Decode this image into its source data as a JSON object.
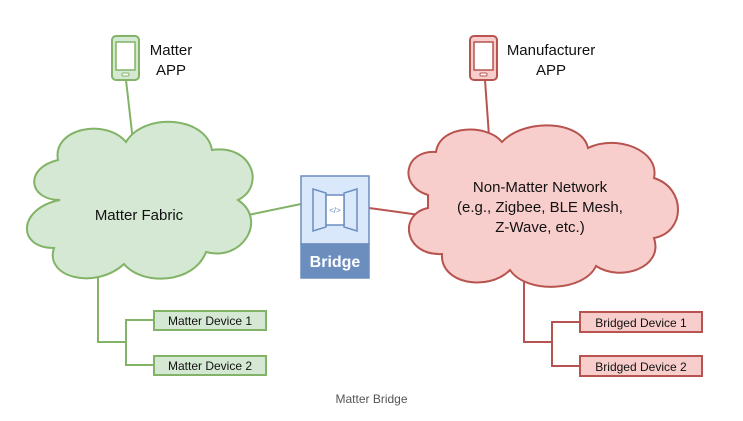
{
  "colors": {
    "green_fill": "#d5e8d4",
    "green_stroke": "#82b366",
    "red_fill": "#f8cecc",
    "red_stroke": "#b85450",
    "bridge_fill": "#dae8fc",
    "bridge_stroke": "#6c8ebf",
    "bridge_label_bg": "#6c8ebf"
  },
  "matter_app": {
    "line1": "Matter",
    "line2": "APP",
    "icon": "smartphone-icon"
  },
  "manufacturer_app": {
    "line1": "Manufacturer",
    "line2": "APP",
    "icon": "smartphone-icon"
  },
  "matter_fabric": {
    "label": "Matter Fabric"
  },
  "non_matter_network": {
    "line1": "Non-Matter Network",
    "line2": "(e.g., Zigbee, BLE Mesh,",
    "line3": "Z-Wave, etc.)"
  },
  "bridge": {
    "label": "Bridge",
    "icon": "code-door-icon",
    "icon_glyph": "</>"
  },
  "matter_devices": [
    "Matter Device 1",
    "Matter Device 2"
  ],
  "bridged_devices": [
    "Bridged Device 1",
    "Bridged Device 2"
  ],
  "caption": "Matter Bridge"
}
